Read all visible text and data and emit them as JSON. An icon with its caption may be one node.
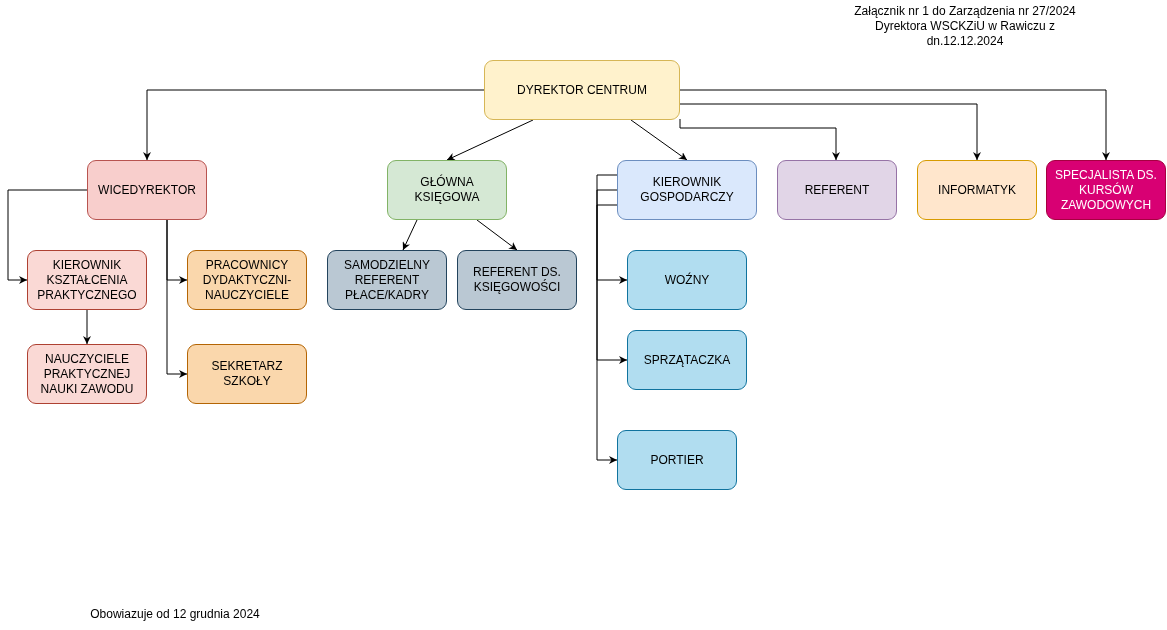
{
  "diagram": {
    "nodes": [
      {
        "text": [
          "DYREKTOR CENTRUM"
        ]
      },
      {
        "text": [
          "WICEDYREKTOR"
        ]
      },
      {
        "text": [
          "GŁÓWNA KSIĘGOWA"
        ]
      },
      {
        "text": [
          "KIEROWNIK GOSPODARCZY"
        ]
      },
      {
        "text": [
          "REFERENT"
        ]
      },
      {
        "text": [
          "INFORMATYK"
        ]
      },
      {
        "text": [
          "SPECJALISTA DS. KURSÓW ZAWODOWYCH"
        ]
      },
      {
        "text": [
          "KIEROWNIK KSZTAŁCENIA PRAKTYCZNEGO"
        ]
      },
      {
        "text": [
          "NAUCZYCIELE PRAKTYCZNEJ NAUKI ZAWODU"
        ]
      },
      {
        "text": [
          "PRACOWNICY DYDAKTYCZNI-NAUCZYCIELE"
        ]
      },
      {
        "text": [
          "SEKRETARZ SZKOŁY"
        ]
      },
      {
        "text": [
          "SAMODZIELNY REFERENT PŁACE/KADRY"
        ]
      },
      {
        "text": [
          "REFERENT DS. KSIĘGOWOŚCI"
        ]
      },
      {
        "text": [
          "WOŹNY"
        ]
      },
      {
        "text": [
          "SPRZĄTACZKA"
        ]
      },
      {
        "text": [
          "PORTIER"
        ]
      }
    ],
    "edges": [
      {
        "from": 0,
        "to": 1,
        "arrow": "to"
      },
      {
        "from": 0,
        "to": 2,
        "arrow": "to"
      },
      {
        "from": 0,
        "to": 3,
        "arrow": "to"
      },
      {
        "from": 0,
        "to": 4,
        "arrow": "to"
      },
      {
        "from": 0,
        "to": 5,
        "arrow": "to"
      },
      {
        "from": 0,
        "to": 6,
        "arrow": "to"
      },
      {
        "from": 1,
        "to": 7,
        "arrow": "to"
      },
      {
        "from": 1,
        "to": 9,
        "arrow": "to"
      },
      {
        "from": 1,
        "to": 10,
        "arrow": "to"
      },
      {
        "from": 7,
        "to": 8,
        "arrow": "to"
      },
      {
        "from": 2,
        "to": 11,
        "arrow": "to"
      },
      {
        "from": 2,
        "to": 12,
        "arrow": "to"
      },
      {
        "from": 3,
        "to": 13,
        "arrow": "to"
      },
      {
        "from": 3,
        "to": 14,
        "arrow": "to"
      },
      {
        "from": 3,
        "to": 15,
        "arrow": "to"
      }
    ],
    "labels": [
      "Załącznik nr 1 do Zarządzenia nr 27/2024 Dyrektora WSCKZiU w Rawiczu z dn.12.12.2024",
      "Obowiazuje od 12 grudnia 2024"
    ]
  }
}
